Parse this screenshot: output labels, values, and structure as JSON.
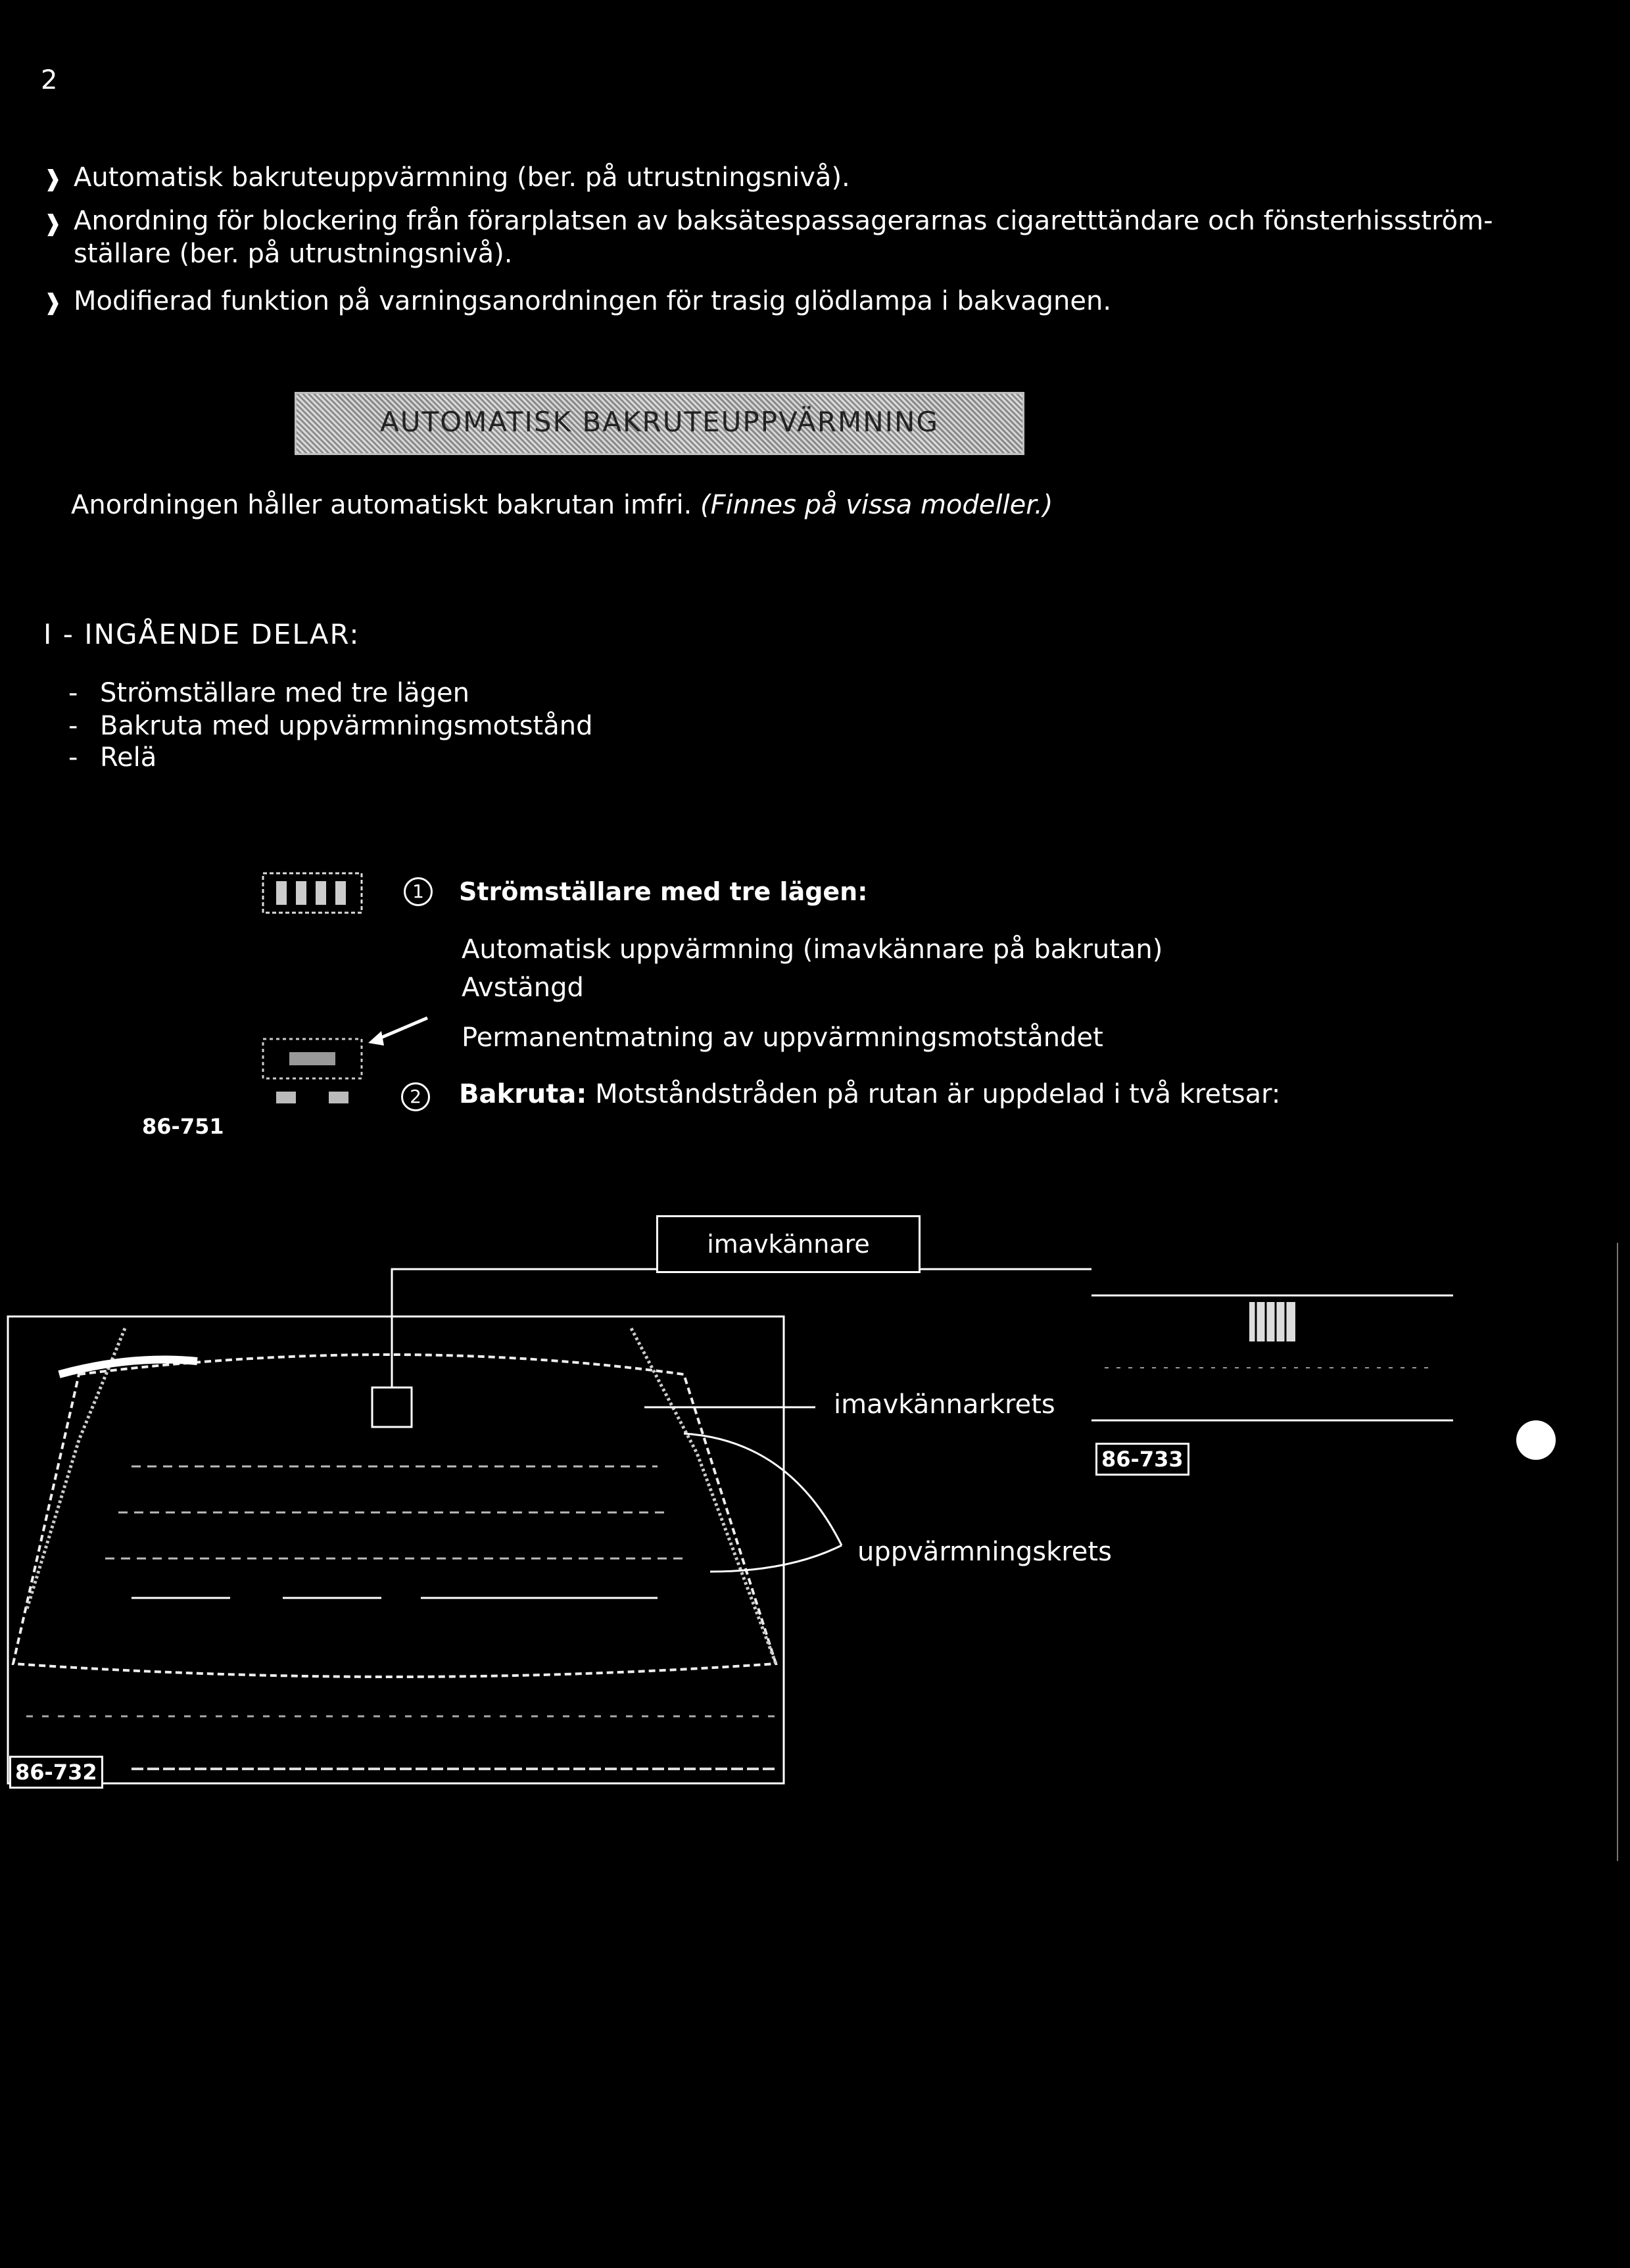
{
  "page_number": "2",
  "intro_bullets": [
    "Automatisk bakruteuppvärmning (ber. på utrustningsnivå).",
    "Anordning för blockering från förarplatsen av baksätespassagerarnas cigaretttändare och fönsterhissström-",
    "ställare (ber. på utrustningsnivå).",
    "Modifierad funktion på varningsanordningen för trasig glödlampa i bakvagnen."
  ],
  "banner_title": "AUTOMATISK BAKRUTEUPPVÄRMNING",
  "description": "Anordningen håller automatiskt bakrutan imfri.",
  "description_note": "(Finnes på vissa modeller.)",
  "section_heading": "I - INGÅENDE DELAR:",
  "parts": [
    "Strömställare med tre lägen",
    "Bakruta med uppvärmningsmotstånd",
    "Relä"
  ],
  "figure_switch": {
    "label": "86-751",
    "item1_number": "1",
    "item1_title": "Strömställare med tre lägen:",
    "positions": [
      "Automatisk uppvärmning (imavkännare på bakrutan)",
      "Avstängd",
      "Permanentmatning av uppvärmningsmotståndet"
    ],
    "item2_number": "2",
    "item2_title": "Bakruta:",
    "item2_text": "Motståndstråden på rutan är uppdelad i två kretsar:"
  },
  "figure_window": {
    "sensor_label": "imavkännare",
    "sensor_circuit_label": "imavkännarkrets",
    "heating_circuit_label": "uppvärmningskrets",
    "window_fig_label": "86-732",
    "detail_fig_label": "86-733"
  }
}
